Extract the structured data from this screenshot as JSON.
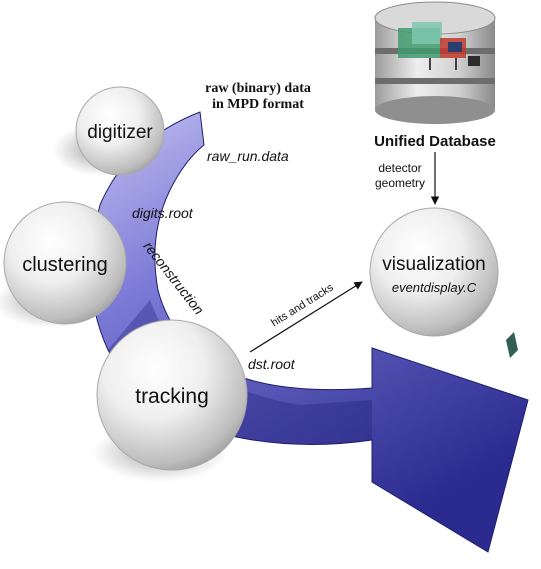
{
  "nodes": {
    "digitizer": "digitizer",
    "clustering": "clustering",
    "tracking": "tracking",
    "visualization": "visualization",
    "visualization_file": "eventdisplay.C"
  },
  "files": {
    "raw_run": "raw_run.data",
    "digits": "digits.root",
    "dst": "dst.root"
  },
  "annotations": {
    "raw_data_line1": "raw (binary) data",
    "raw_data_line2": "in MPD format",
    "reconstruction": "reconstruction",
    "hits_and_tracks": "hits and tracks",
    "detector_line1": "detector",
    "detector_line2": "geometry"
  },
  "database": {
    "label": "Unified Database"
  },
  "colors": {
    "arrow_light": "#c4c2f0",
    "arrow_mid": "#7b79d6",
    "arrow_dark": "#2b2b8f",
    "sphere_light": "#ffffff",
    "sphere_dark": "#a9a9a9",
    "db_stripe": "#6d6d6d",
    "detector_green": "#3f9a6f"
  }
}
